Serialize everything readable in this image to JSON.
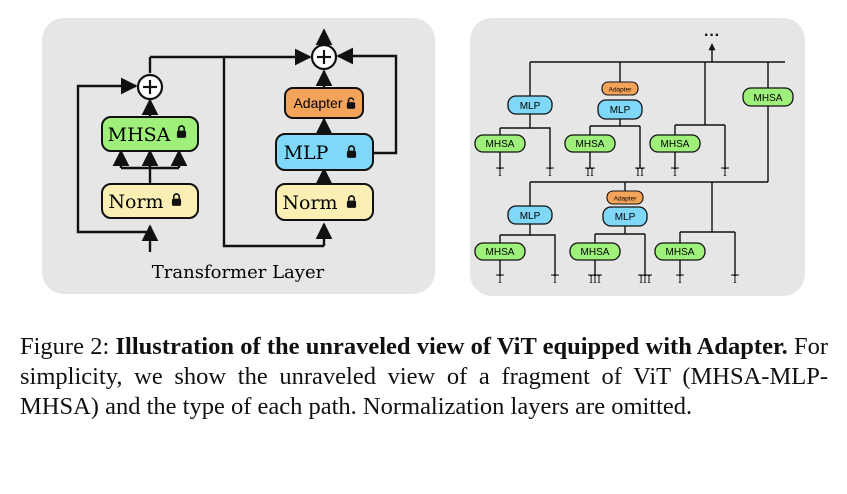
{
  "left_panel": {
    "caption": "Transformer Layer",
    "mhsa": "MHSA",
    "norm": "Norm",
    "adapter": "Adapter",
    "mlp": "MLP",
    "norm2": "Norm",
    "plus": "+"
  },
  "right_panel": {
    "ellipsis": "···",
    "mlp": "MLP",
    "mhsa": "MHSA",
    "adapter": "Adapter",
    "path_I": "I",
    "path_II": "II",
    "path_III": "III"
  },
  "caption": {
    "prefix": "Figure 2: ",
    "bold": "Illustration of the unraveled view of ViT equipped with Adapter.",
    "rest": " For simplicity, we show the unraveled view of a fragment of ViT (MHSA-MLP-MHSA) and the type of each path. Normalization layers are omitted."
  },
  "colors": {
    "panel_bg": "#e6e6e6",
    "mhsa": "#9ef07a",
    "norm": "#fbefb4",
    "mlp": "#7fd8f7",
    "adapter": "#f4a35a"
  }
}
